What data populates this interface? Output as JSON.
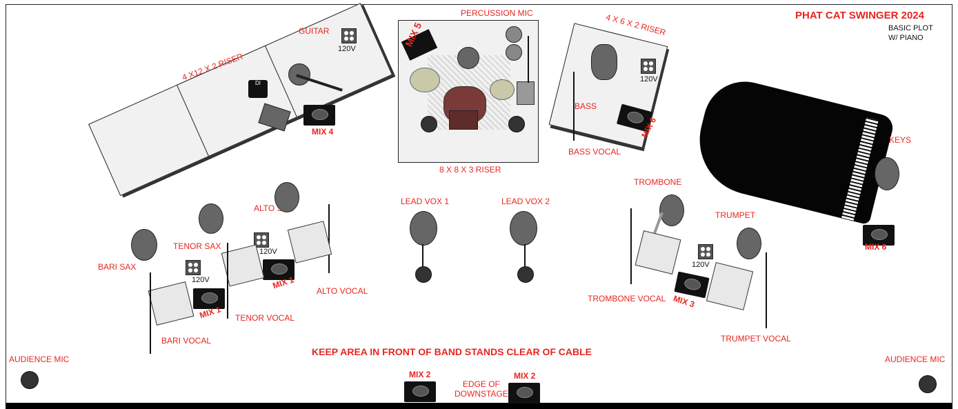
{
  "title": "PHAT CAT SWINGER 2024",
  "subtitle_line1": "BASIC PLOT",
  "subtitle_line2": "W/ PIANO",
  "riser_left": "4 X12 X 2 RISER",
  "riser_center": "8 X 8 X 3 RISER",
  "riser_right": "4 X 6 X 2 RISER",
  "labels": {
    "percussion_mic": "PERCUSSION MIC",
    "guitar": "GUITAR",
    "bass": "BASS",
    "bass_vocal": "BASS VOCAL",
    "keys": "KEYS",
    "trombone": "TROMBONE",
    "trumpet": "TRUMPET",
    "trombone_vocal": "TROMBONE VOCAL",
    "trumpet_vocal": "TRUMPET VOCAL",
    "lead_vox_1": "LEAD VOX 1",
    "lead_vox_2": "LEAD VOX 2",
    "alto_sax": "ALTO SAX",
    "tenor_sax": "TENOR SAX",
    "bari_sax": "BARI SAX",
    "alto_vocal": "ALTO VOCAL",
    "tenor_vocal": "TENOR VOCAL",
    "bari_vocal": "BARI VOCAL",
    "audience_mic_left": "AUDIENCE MIC",
    "audience_mic_right": "AUDIENCE MIC",
    "edge_line1": "EDGE OF",
    "edge_line2": "DOWNSTAGE",
    "cable_warning": "KEEP AREA IN FRONT OF BAND STANDS CLEAR OF CABLE"
  },
  "mixes": {
    "mix5": "MIX 5",
    "mix4": "MIX 4",
    "mix6_bass": "MIX 6",
    "mix6_keys": "MIX 6",
    "mix1_left": "MIX 1",
    "mix1_right": "MIX 1",
    "mix3": "MIX 3",
    "mix2_left": "MIX 2",
    "mix2_right": "MIX 2"
  },
  "power": {
    "guitar": "120V",
    "bass": "120V",
    "tenor": "120V",
    "bari": "120V",
    "trombone": "120V"
  },
  "di_label": "DI",
  "colors": {
    "accent": "#e8251f",
    "ink": "#111111"
  }
}
